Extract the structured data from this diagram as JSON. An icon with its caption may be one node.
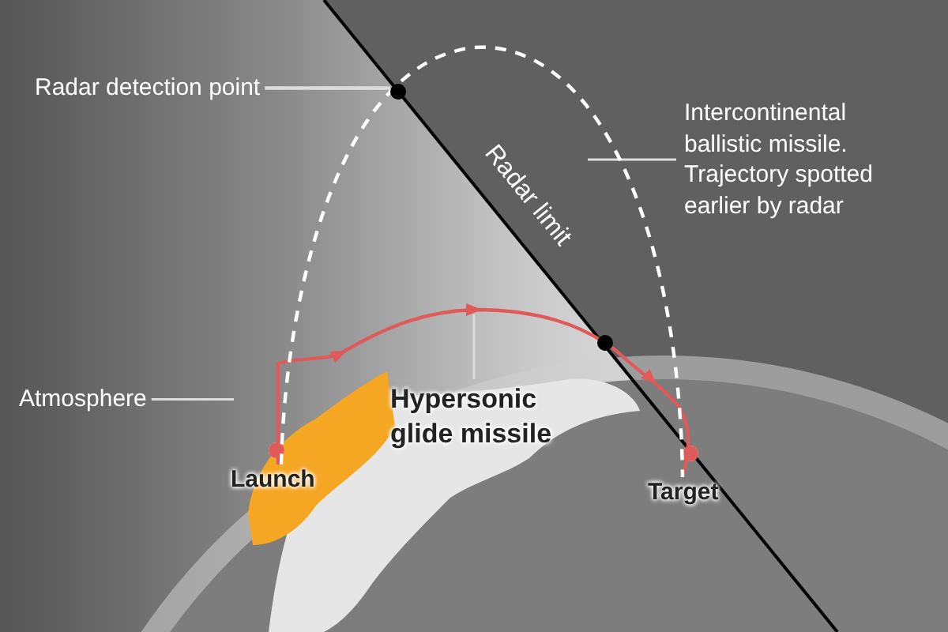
{
  "diagram": {
    "nodes": [
      {
        "text": [
          "Radar detection point"
        ]
      },
      {
        "text": [],
        "shape": "circle"
      },
      {
        "text": [
          "Intercontinental ballistic missile. Trajectory spotted earlier by radar"
        ]
      },
      {
        "text": [
          "Atmosphere"
        ]
      },
      {
        "text": [
          "Hypersonic glide missile"
        ]
      },
      {
        "text": [
          "Launch"
        ]
      },
      {
        "text": [
          "Target"
        ]
      },
      {
        "text": [],
        "shape": "circle"
      }
    ],
    "edges": [
      {
        "from": 0,
        "to": 1,
        "arrow": "none"
      },
      {
        "from": 2,
        "to": null,
        "arrow": "none"
      },
      {
        "from": 3,
        "to": null,
        "arrow": "none"
      },
      {
        "from": 4,
        "to": null,
        "arrow": "none"
      },
      {
        "from": 5,
        "to": 6,
        "arrow": "to",
        "color": "#e05a5a"
      },
      {
        "from": 5,
        "to": 6,
        "arrow": "none",
        "style": "dashed",
        "color": "#ffffff"
      }
    ],
    "labels": [
      "Radar limit"
    ]
  }
}
